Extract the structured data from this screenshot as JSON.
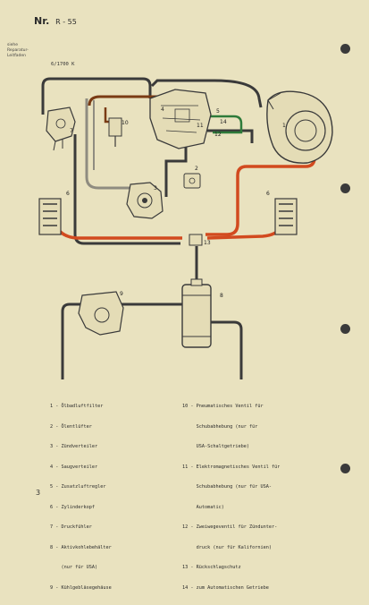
{
  "header": {
    "prefix": "Nr.",
    "number": "R - 55"
  },
  "reference": {
    "lines": [
      "siehe",
      "Reparatur-",
      "Leitfaden"
    ]
  },
  "diagram_code": "6/1700 K",
  "component_labels": [
    "1",
    "2",
    "3",
    "4",
    "5",
    "6",
    "6",
    "7",
    "8",
    "9",
    "10",
    "11",
    "12",
    "13",
    "14"
  ],
  "legend_left": [
    "1 - Ölbadluftfilter",
    "2 - Ölentlüfter",
    "3 - Zündverteiler",
    "4 - Saugverteiler",
    "5 - Zusatzluftregler",
    "6 - Zylinderkopf",
    "7 - Druckfühler",
    "8 - Aktivkohlebehälter",
    "    (nur für USA)",
    "9 - Kühlgebläsegehäuse"
  ],
  "legend_right": [
    "10 - Pneumatisches Ventil für",
    "     Schubabhebung (nur für",
    "     USA-Schaltgetriebe)",
    "11 - Elektromagnetisches Ventil für",
    "     Schubabhebung (nur für USA-",
    "     Automatic)",
    "12 - Zweiwegeventil für Zündunter-",
    "     druck (nur für Kalifornien)",
    "13 - Rückschlagschutz",
    "14 - zum Automatischen Getriebe"
  ],
  "page_number": "3",
  "colors": {
    "paper": "#e9e2bf",
    "hose_black": "#3a3a3a",
    "hose_orange": "#d24a1f",
    "hose_brown": "#7a3b14",
    "hose_green": "#2e7b3a",
    "hose_grey": "#8f8c80"
  }
}
